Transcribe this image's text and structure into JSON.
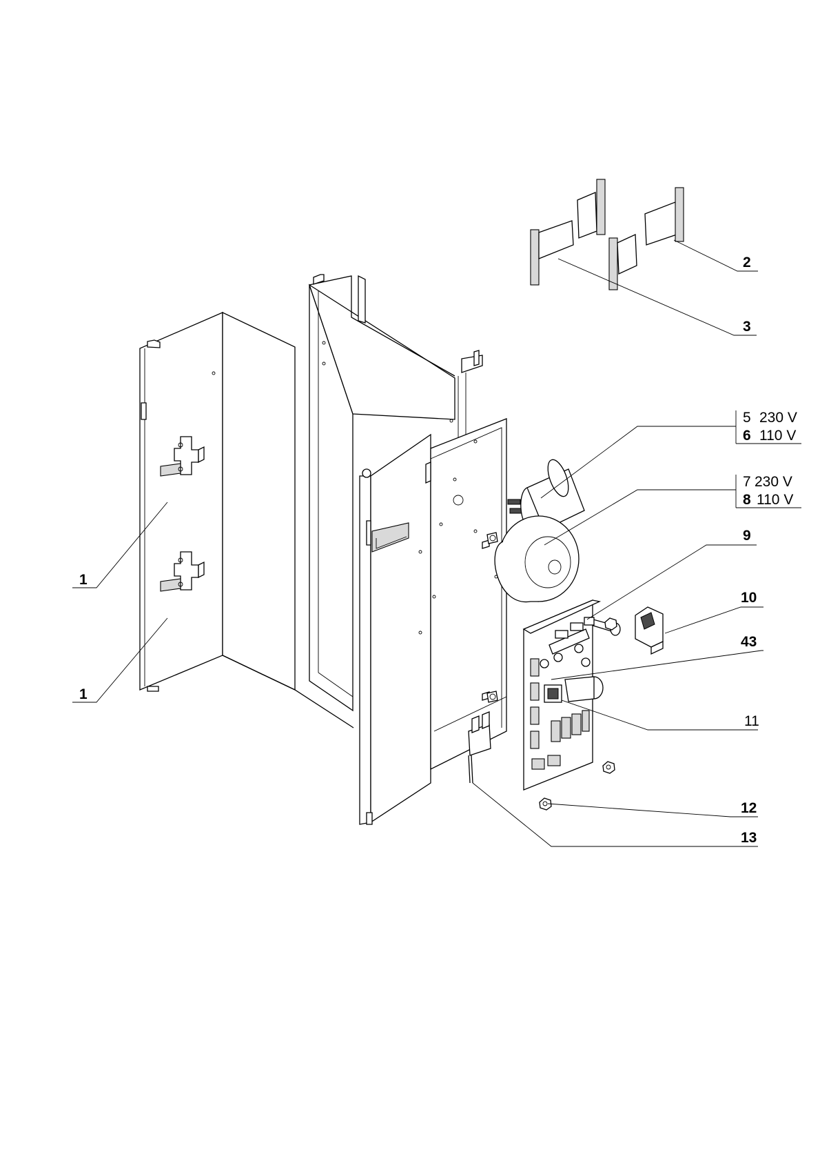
{
  "labels": {
    "l1a": "1",
    "l1b": "1",
    "l2": "2",
    "l3": "3",
    "l5": "5",
    "l5v": "230 V",
    "l6": "6",
    "l6v": "110 V",
    "l7": "7",
    "l7v": "230 V",
    "l8": "8",
    "l8v": "110 V",
    "l9": "9",
    "l10": "10",
    "l43": "43",
    "l11": "11",
    "l12": "12",
    "l13": "13"
  }
}
